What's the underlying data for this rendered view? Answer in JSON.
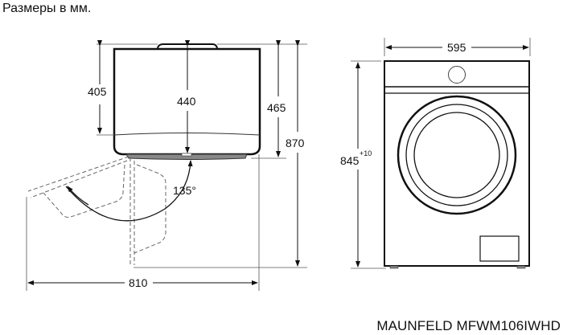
{
  "header": {
    "caption": "Размеры в мм."
  },
  "footer": {
    "model": "MAUNFELD MFWM106IWHD"
  },
  "side_view": {
    "dims": {
      "top_depth": "405",
      "body_depth": "440",
      "depth_with_door": "465",
      "total_height": "870",
      "depth_door_open": "810",
      "door_angle": "135°"
    }
  },
  "front_view": {
    "dims": {
      "width": "595",
      "height": "845",
      "height_tolerance": "+10"
    }
  },
  "colors": {
    "line": "#111111",
    "dim_line": "#333333",
    "dash": "#666666"
  }
}
